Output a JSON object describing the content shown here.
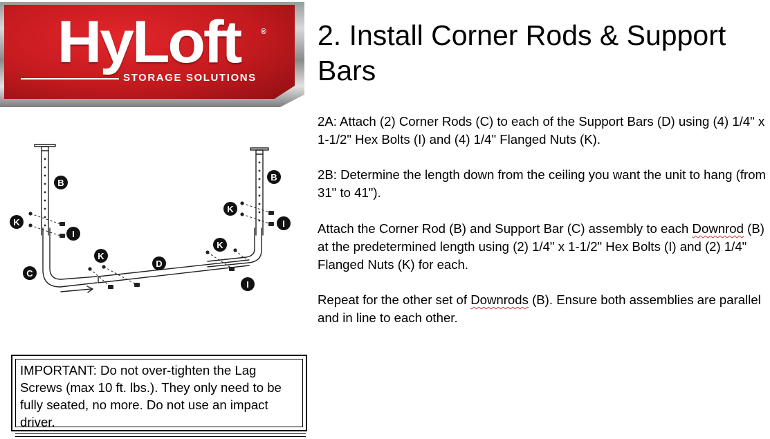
{
  "logo": {
    "wordmark": "HyLoft",
    "registered_mark": "®",
    "tagline": "STORAGE SOLUTIONS",
    "colors": {
      "red": "#c31a1f",
      "frame": "#a8a8a8",
      "text": "#ffffff"
    }
  },
  "heading": "2. Install Corner Rods & Support Bars",
  "steps": {
    "step_2a": "2A: Attach (2) Corner Rods (C) to each of the Support Bars (D) using (4) 1/4\" x 1-1/2\" Hex Bolts (I) and (4) 1/4\" Flanged Nuts (K).",
    "step_2b": "2B: Determine the length down from the ceiling you want the unit to hang (from 31\" to 41\").",
    "attach": {
      "before": "Attach the Corner Rod (B) and Support Bar (C) assembly to each ",
      "downrod": "Downrod",
      "after": " (B) at the predetermined length using (2) 1/4\" x 1-1/2\" Hex Bolts (I) and (2) 1/4\" Flanged Nuts (K) for each."
    },
    "repeat": {
      "before": "Repeat for the other set of ",
      "downrods": "Downrods",
      "after": " (B). Ensure both assemblies are parallel and in line to each other."
    }
  },
  "diagram_labels": {
    "b_left": "B",
    "b_right": "B",
    "k_left": "K",
    "i_left": "I",
    "c": "C",
    "k_mid": "K",
    "d": "D",
    "k_right": "K",
    "i_right": "I",
    "k_upper_right": "K",
    "i_upper_right": "I"
  },
  "important_note": "IMPORTANT: Do not over-tighten the Lag Screws (max 10 ft. lbs.). They only need to be fully seated, no more. Do not use an impact driver."
}
